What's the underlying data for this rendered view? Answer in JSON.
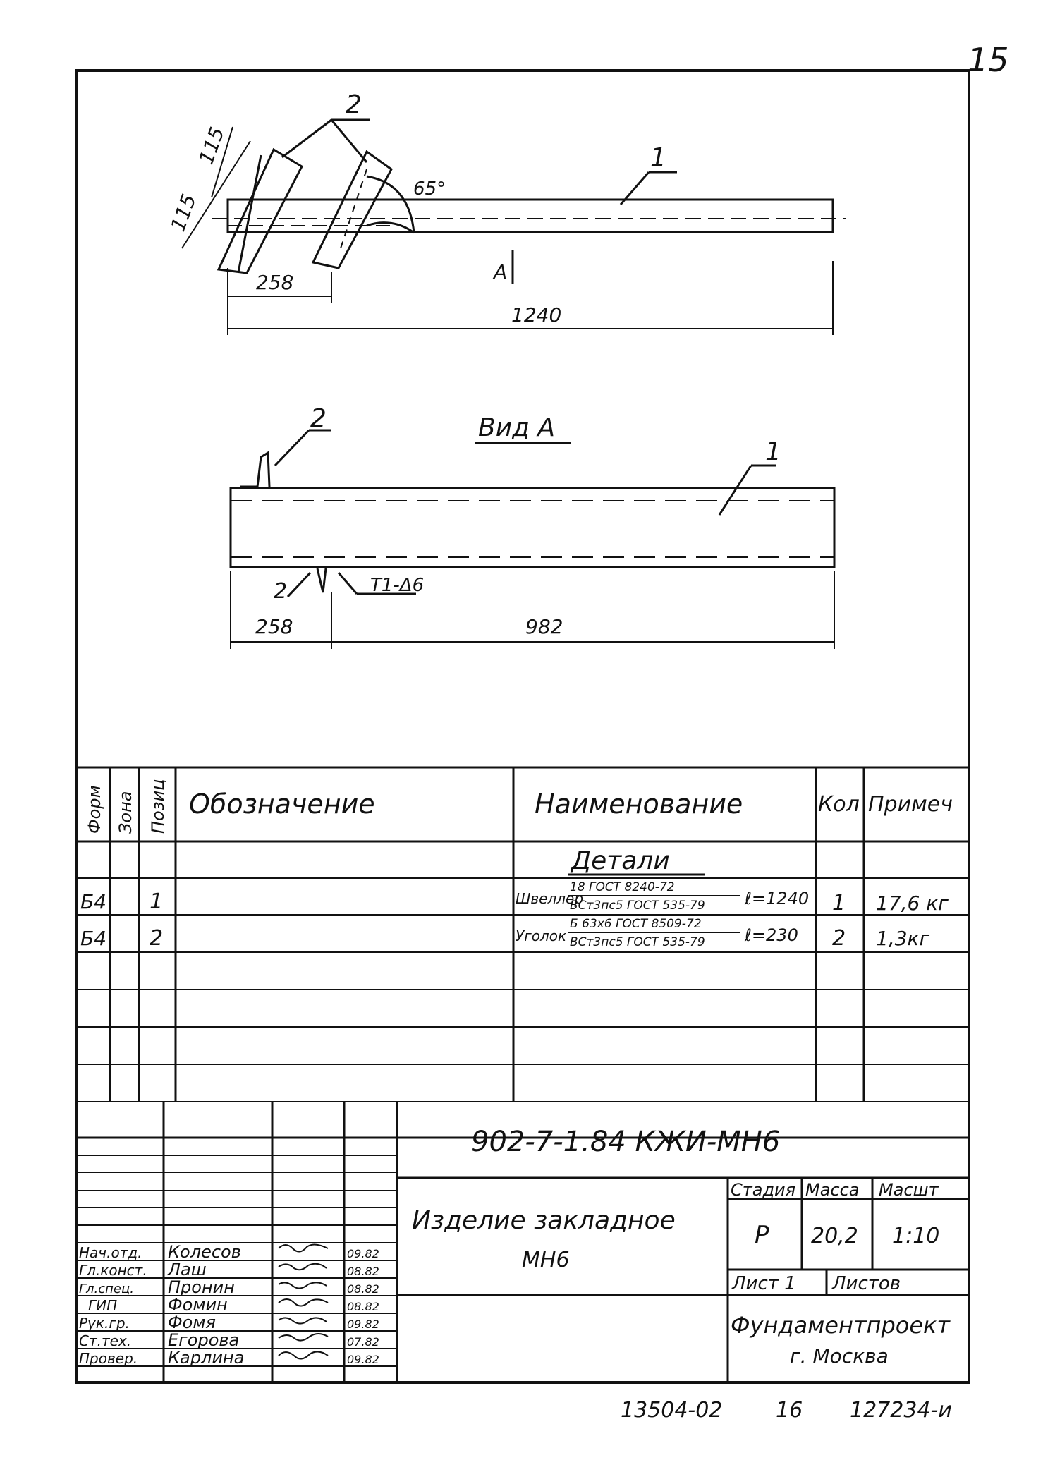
{
  "page_number": "15",
  "drawing_top": {
    "callout_1": "1",
    "callout_2": "2",
    "dim_115_a": "115",
    "dim_115_b": "115",
    "angle": "65°",
    "view_marker": "А",
    "dim_258": "258",
    "dim_1240": "1240"
  },
  "drawing_view": {
    "title": "Вид А",
    "callout_1": "1",
    "callout_2_top": "2",
    "callout_2_bottom": "2",
    "weld_mark": "Т1-Δ6",
    "dim_258": "258",
    "dim_982": "982"
  },
  "spec_table": {
    "headers": {
      "format": "Форм",
      "zone": "Зона",
      "position": "Позиц",
      "designation": "Обозначение",
      "name": "Наименование",
      "qty": "Кол",
      "note": "Примеч"
    },
    "section": "Детали",
    "rows": [
      {
        "format": "Б4",
        "position": "1",
        "name_prefix": "Швеллер",
        "name_top": "18 ГОСТ 8240-72",
        "name_bottom": "ВСт3пс5 ГОСТ 535-79",
        "length": "ℓ=1240",
        "qty": "1",
        "note": "17,6 кг"
      },
      {
        "format": "Б4",
        "position": "2",
        "name_prefix": "Уголок",
        "name_top": "Б 63х6 ГОСТ 8509-72",
        "name_bottom": "ВСт3пс5 ГОСТ 535-79",
        "length": "ℓ=230",
        "qty": "2",
        "note": "1,3кг"
      }
    ]
  },
  "title_block": {
    "code": "902-7-1.84   КЖИ-МН6",
    "name_line1": "Изделие закладное",
    "name_line2": "МН6",
    "stage_header": "Стадия",
    "mass_header": "Масса",
    "scale_header": "Масшт",
    "stage": "Р",
    "mass": "20,2",
    "scale": "1:10",
    "sheet_label": "Лист 1",
    "sheets_label": "Листов",
    "org_line1": "Фундаментпроект",
    "org_line2": "г. Москва",
    "people": [
      {
        "role": "Нач.отд.",
        "name": "Колесов",
        "date": "09.82"
      },
      {
        "role": "Гл.конст.",
        "name": "Лаш",
        "date": "08.82"
      },
      {
        "role": "Гл.спец.",
        "name": "Пронин",
        "date": "08.82"
      },
      {
        "role": "ГИП",
        "name": "Фомин",
        "date": "08.82"
      },
      {
        "role": "Рук.гр.",
        "name": "Фомя",
        "date": "09.82"
      },
      {
        "role": "Ст.тех.",
        "name": "Егорова",
        "date": "07.82"
      },
      {
        "role": "Провер.",
        "name": "Карлина",
        "date": "09.82"
      }
    ]
  },
  "bottom_codes": {
    "left": "13504-02",
    "middle": "16",
    "right": "127234-и"
  }
}
